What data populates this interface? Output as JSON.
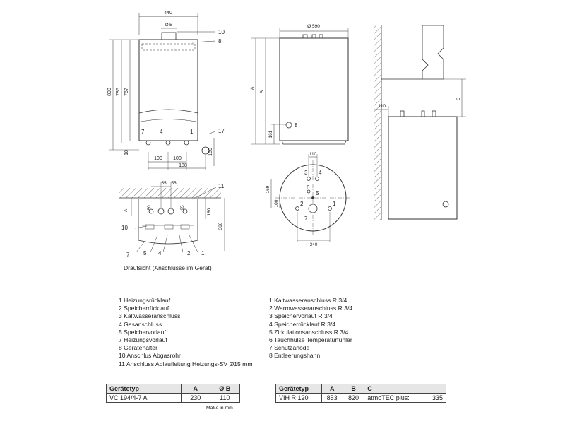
{
  "dims": {
    "boiler_width": "440",
    "dia_b": "Ø B",
    "h800": "800",
    "h785": "785",
    "h767": "767",
    "h18": "18",
    "d100a": "100",
    "d100b": "100",
    "d188": "188",
    "d160": "160",
    "t55a": "55",
    "t55b": "55",
    "t80": "80",
    "t25": "25",
    "t180": "180",
    "t360": "360",
    "tA": "A",
    "cyl_dia": "Ø 590",
    "cA": "A",
    "cB": "B",
    "c161": "161",
    "c110": "110",
    "c169": "169",
    "c100": "100",
    "c340": "340",
    "s110": "110",
    "sC": "C"
  },
  "callouts": {
    "boiler_10": "10",
    "boiler_8": "8",
    "boiler_17": "17",
    "boiler_7": "7",
    "boiler_4": "4",
    "boiler_1": "1",
    "top_11": "11",
    "top_10": "10",
    "top_7": "7",
    "top_5": "5",
    "top_4": "4",
    "top_2": "2",
    "top_1": "1",
    "cyl_8": "8",
    "cp_3": "3",
    "cp_4": "4",
    "cp_6": "6",
    "cp_5": "5",
    "cp_2": "2",
    "cp_1": "1",
    "cp_7": "7"
  },
  "caption": "Draufsicht (Anschlüsse im Gerät)",
  "legend_boiler": [
    "1 Heizungsrücklauf",
    "2 Speicherrücklauf",
    "3 Kaltwasseranschluss",
    "4 Gasanschluss",
    "5 Speichervorlauf",
    "7 Heizungsvorlauf",
    "8 Gerätehalter",
    "10 Anschlus Abgasrohr",
    "11 Anschluss Ablaufleitung Heizungs-SV Ø15 mm"
  ],
  "legend_cylinder": [
    "1 Kaltwasseranschluss R 3/4",
    "2 Warmwasseranschluss R 3/4",
    "3 Speichervorlauf R 3/4",
    "4 Speicherrücklauf R 3/4",
    "5 Zirkulationsanschluss R 3/4",
    "6 Tauchhülse Temperaturfühler",
    "7 Schutzanode",
    "8 Entleerungshahn"
  ],
  "table_boiler": {
    "headers": [
      "Gerätetyp",
      "A",
      "Ø B"
    ],
    "row": [
      "VC 194/4-7 A",
      "230",
      "110"
    ],
    "note": "Maße in mm"
  },
  "table_cylinder": {
    "headers": [
      "Gerätetyp",
      "A",
      "B",
      "C"
    ],
    "row": [
      "VIH R 120",
      "853",
      "820",
      "atmoTEC plus:",
      "335"
    ]
  }
}
